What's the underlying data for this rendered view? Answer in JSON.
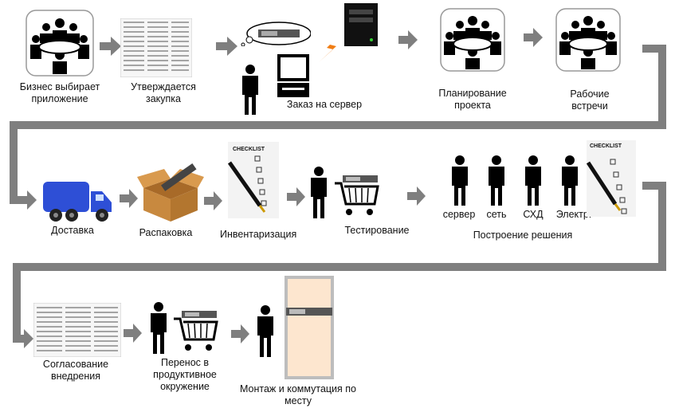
{
  "steps": {
    "s1": "Бизнес выбирает\nприложение",
    "s2": "Утверждается\nзакупка",
    "s3": "Заказ на сервер",
    "s4": "Планирование\nпроекта",
    "s5": "Рабочие\nвстречи",
    "s6": "Доставка",
    "s7": "Распаковка",
    "s8": "Инвентаризация",
    "s9": "Тестирование",
    "s10": "Построение решения",
    "s11": "Согласование\nвнедрения",
    "s12": "Перенос в\nпродуктивное\nокружение",
    "s13": "Монтаж и коммутация по\nместу"
  },
  "roles": [
    "сервер",
    "сеть",
    "СХД",
    "Электр."
  ],
  "checklist_title": "CHECKLIST",
  "colors": {
    "arrow": "#7f7f7f",
    "truck": "#2e4fd6",
    "box": "#c8893f",
    "rack_panel": "#fde6cf",
    "bolt": "#f07d14"
  }
}
